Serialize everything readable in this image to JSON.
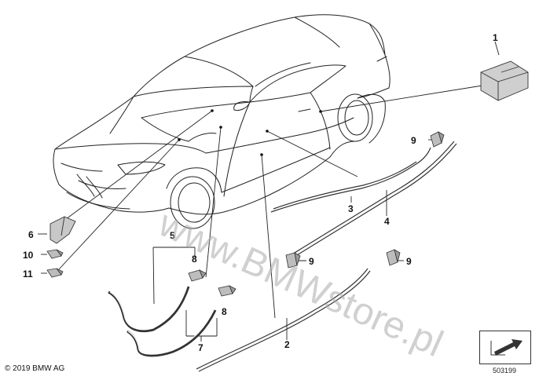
{
  "copyright": "© 2019 BMW AG",
  "diagram_id": "503199",
  "watermark": "www.BMWstore.pl",
  "callouts": {
    "c1": "1",
    "c2": "2",
    "c3": "3",
    "c4": "4",
    "c5": "5",
    "c6": "6",
    "c7": "7",
    "c8a": "8",
    "c8b": "8",
    "c9a": "9",
    "c9b": "9",
    "c9c": "9",
    "c10": "10",
    "c11": "11"
  },
  "nav_icon": "arrow-icon"
}
